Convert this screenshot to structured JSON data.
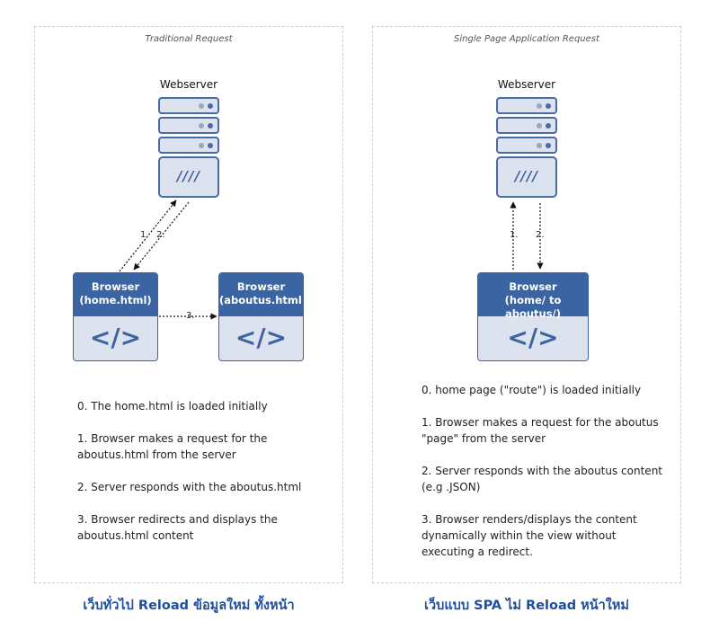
{
  "left": {
    "title": "Traditional Request",
    "server_label": "Webserver",
    "server_icon": "////",
    "browser_home": {
      "line1": "Browser",
      "line2": "(home.html)",
      "icon": "</>"
    },
    "browser_about": {
      "line1": "Browser",
      "line2": "(aboutus.html)",
      "icon": "</>"
    },
    "arrow_labels": {
      "one": "1.",
      "two": "2.",
      "three": "3."
    },
    "steps": [
      "0. The home.html is loaded initially",
      "1. Browser makes a request for the aboutus.html from the server",
      "2. Server responds with the aboutus.html",
      "3. Browser redirects and displays the aboutus.html content"
    ],
    "caption": "เว็บทั่วไป Reload ข้อมูลใหม่ ทั้งหน้า"
  },
  "right": {
    "title": "Single Page Application Request",
    "server_label": "Webserver",
    "server_icon": "////",
    "browser": {
      "line1": "Browser",
      "line2": "(home/ to aboutus/)",
      "icon": "</>"
    },
    "arrow_labels": {
      "one": "1.",
      "two": "2."
    },
    "steps": [
      "0. home page (\"route\") is loaded initially",
      "1. Browser makes a request for the aboutus \"page\" from the server",
      "2. Server responds with the aboutus content (e.g .JSON)",
      "3. Browser renders/displays the content dynamically within the view without executing a redirect."
    ],
    "caption": "เว็บแบบ SPA ไม่ Reload หน้าใหม่"
  },
  "colors": {
    "accent": "#3b64a3",
    "server_fill": "#dde3ee",
    "caption": "#1f4fa0"
  }
}
